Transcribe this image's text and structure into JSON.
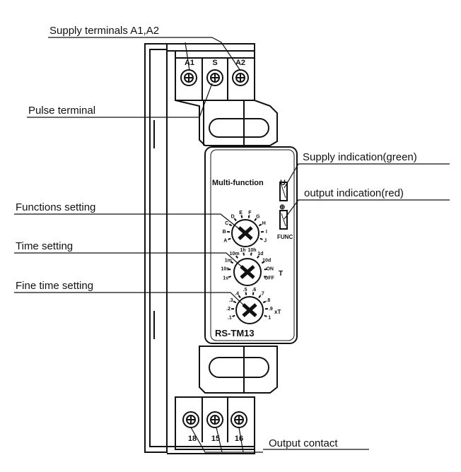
{
  "callouts": {
    "supply_terminals": "Supply terminals A1,A2",
    "pulse_terminal": "Pulse terminal",
    "functions_setting": "Functions setting",
    "time_setting": "Time setting",
    "fine_time_setting": "Fine time setting",
    "supply_indication": "Supply indication(green)",
    "output_indication": "output indication(red)",
    "output_contact": "Output contact"
  },
  "device": {
    "title": "Multi-function",
    "model": "RS-TM13",
    "u_label": "U",
    "func_label": "FUNC",
    "t_label": "T",
    "xt_label": "xT",
    "top_terminals": [
      "A1",
      "S",
      "A2"
    ],
    "bottom_terminals": [
      "18",
      "15",
      "16"
    ],
    "function_scale": [
      "A",
      "B",
      "C",
      "D",
      "E",
      "F",
      "G",
      "H",
      "I",
      "J"
    ],
    "time_scale": [
      "1s",
      "10s",
      "1m",
      "10m",
      "1h",
      "10h",
      "1d",
      "10d",
      "ON",
      "OFF"
    ],
    "fine_scale": [
      ".1",
      ".2",
      ".3",
      ".4",
      ".5",
      ".6",
      ".7",
      ".8",
      ".9",
      "1"
    ]
  }
}
